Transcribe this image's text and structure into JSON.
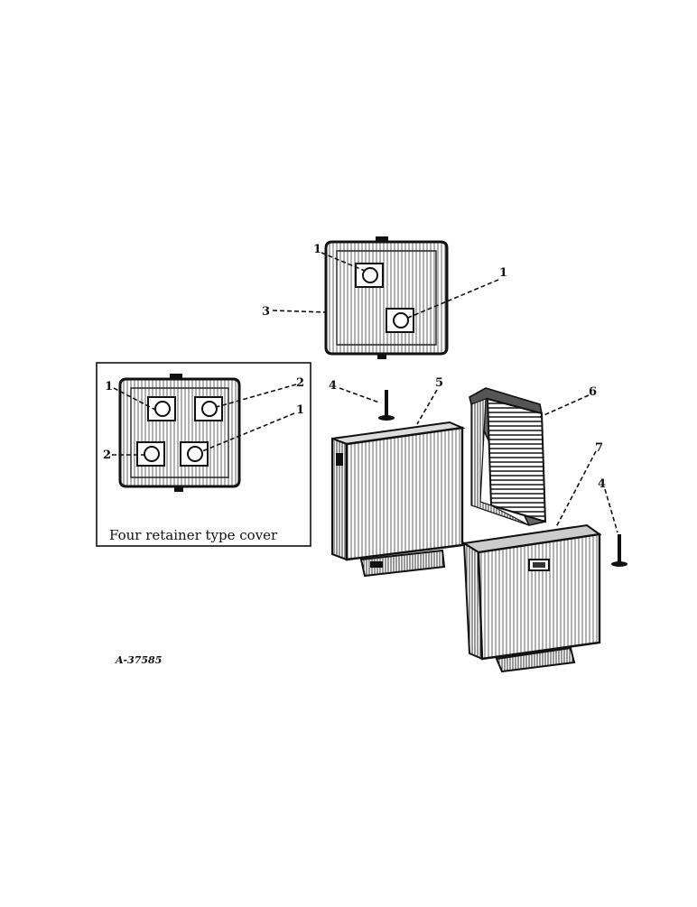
{
  "figure_id": "A-37585",
  "inset_caption": "Four retainer type cover",
  "callouts": {
    "top_cover_retainer_upper": "1",
    "top_cover_retainer_lower": "1",
    "top_cover": "3",
    "rod_left": "4",
    "housing": "5",
    "core": "6",
    "front_cover": "7",
    "rod_right": "4",
    "inset_retainer_a": "1",
    "inset_retainer_b": "2",
    "inset_retainer_c": "1",
    "inset_retainer_d": "2"
  },
  "colors": {
    "ink": "#111111",
    "paper": "#ffffff",
    "shade": "#6b6b6b"
  }
}
